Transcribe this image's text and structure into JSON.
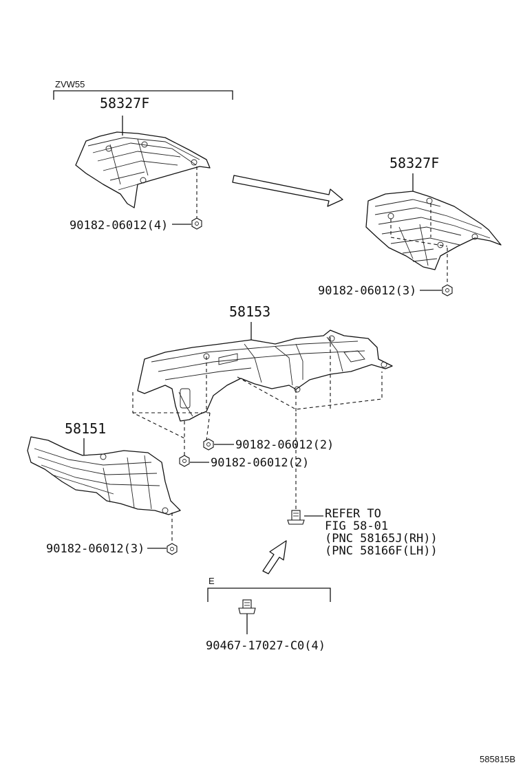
{
  "variant_label": "ZVW55",
  "group_e_label": "E",
  "parts": {
    "heat_insulator_upper_zvw55": "58327F",
    "heat_insulator_upper": "58327F",
    "center_insulator": "58153",
    "front_insulator": "58151"
  },
  "fasteners": {
    "nut_upper_zvw55": "90182-06012(4)",
    "nut_upper": "90182-06012(3)",
    "nut_center_a": "90182-06012(2)",
    "nut_center_b": "90182-06012(2)",
    "nut_front": "90182-06012(3)",
    "bolt_e": "90467-17027-C0(4)"
  },
  "reference_note": {
    "line1": "REFER TO",
    "line2": "FIG 58-01",
    "line3": "(PNC 58165J(RH))",
    "line4": "(PNC 58166F(LH))"
  },
  "diagram_id": "585815B"
}
